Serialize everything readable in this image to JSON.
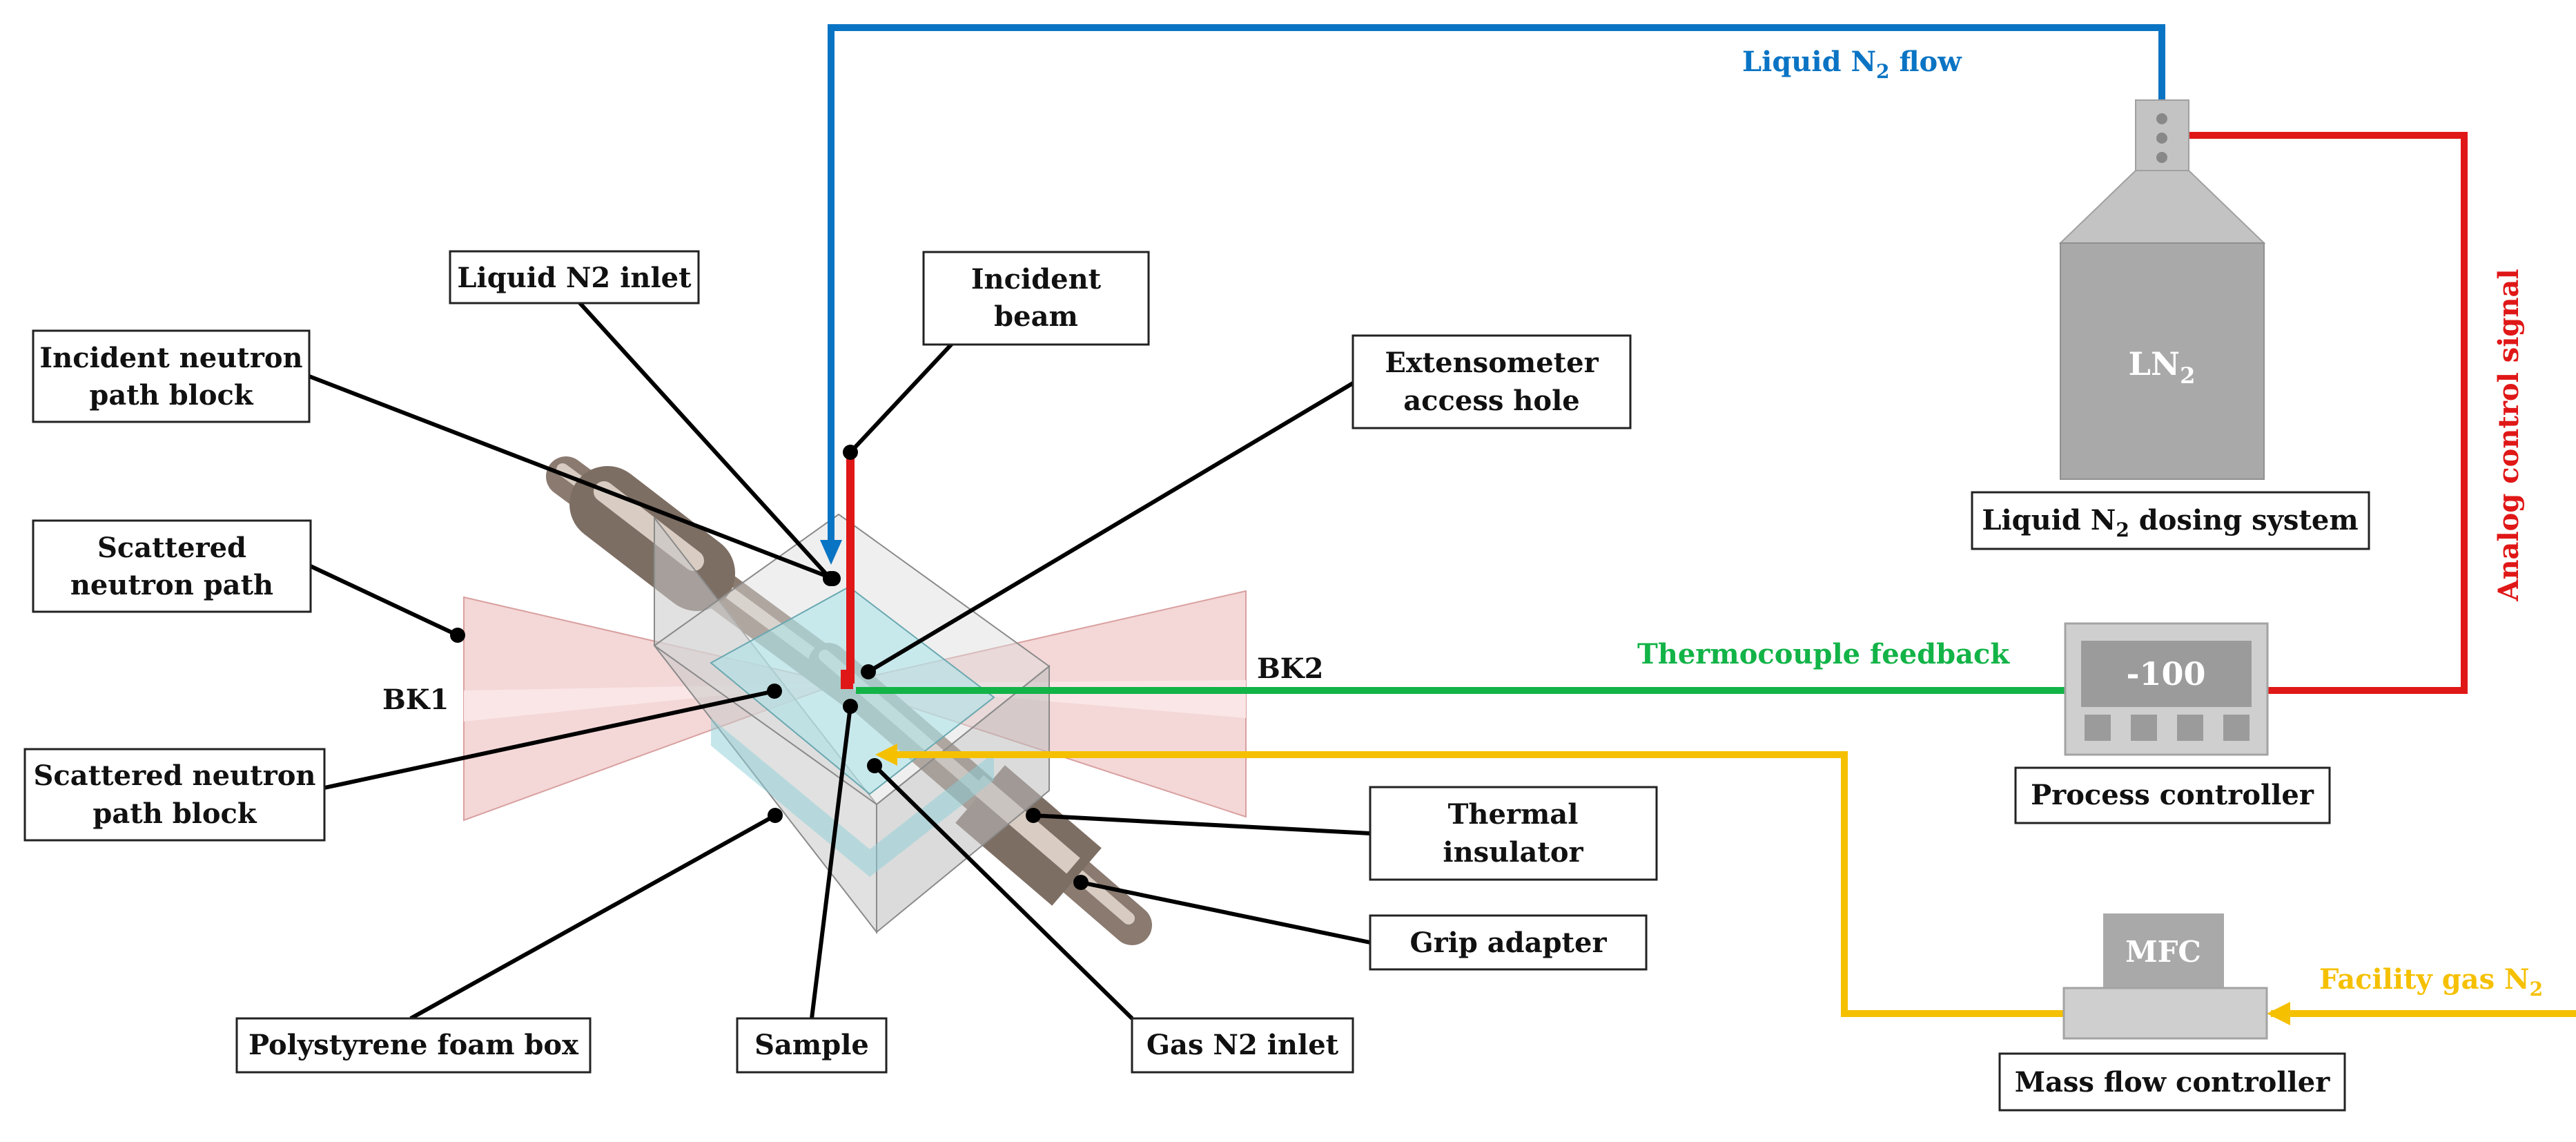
{
  "colors": {
    "liquid_flow": "#0a74c4",
    "analog_signal": "#e01717",
    "thermocouple": "#12b347",
    "gas": "#f5c000",
    "device_gray": "#a9a9a9",
    "foam": "#c9c9c9",
    "beam_cone": "#f0c6c6"
  },
  "labels": {
    "liquid_n2_inlet": "Liquid N2 inlet",
    "incident_beam_1": "Incident",
    "incident_beam_2": "beam",
    "incident_block_1": "Incident neutron",
    "incident_block_2": "path block",
    "extensometer_1": "Extensometer",
    "extensometer_2": "access hole",
    "scattered_path_1": "Scattered",
    "scattered_path_2": "neutron path",
    "scattered_block_1": "Scattered neutron",
    "scattered_block_2": "path block",
    "thermal_insulator_1": "Thermal",
    "thermal_insulator_2": "insulator",
    "grip_adapter": "Grip adapter",
    "polystyrene_box": "Polystyrene foam  box",
    "sample": "Sample",
    "gas_inlet": "Gas N2 inlet",
    "bk1": "BK1",
    "bk2": "BK2"
  },
  "signals": {
    "liquid_flow_prefix": "Liquid N",
    "liquid_flow_sub": "2",
    "liquid_flow_suffix": " flow",
    "analog_control": "Analog control signal",
    "thermocouple_feedback": "Thermocouple feedback",
    "facility_gas_prefix": "Facility gas N",
    "facility_gas_sub": "2"
  },
  "devices": {
    "dewar_prefix": "LN",
    "dewar_sub": "2",
    "dosing_prefix": "Liquid N",
    "dosing_sub": "2",
    "dosing_suffix": " dosing system",
    "controller_display": "-100",
    "controller_label": "Process controller",
    "mfc_display": "MFC",
    "mfc_label": "Mass flow controller"
  }
}
